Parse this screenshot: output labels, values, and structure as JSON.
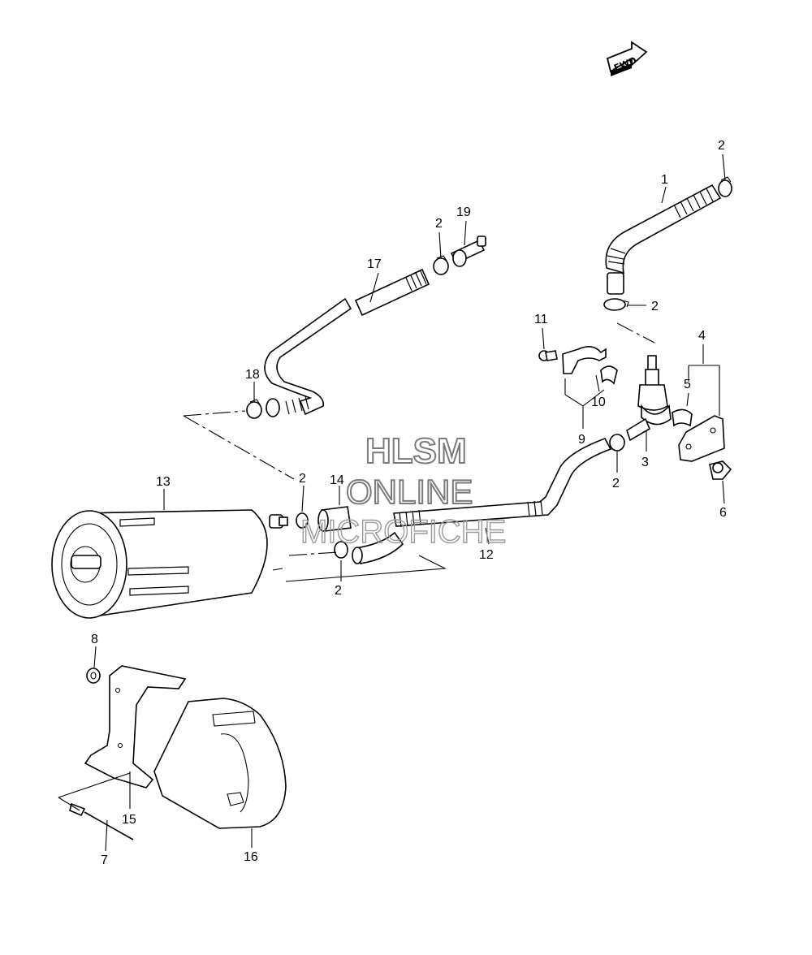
{
  "badge": {
    "text": "FWD"
  },
  "watermark": {
    "line1": "HLSM",
    "line2": "ONLINE",
    "line3": "MICROFICHE"
  },
  "callouts": {
    "c1": "1",
    "c2a": "2",
    "c2b": "2",
    "c2c": "2",
    "c2d": "2",
    "c2e": "2",
    "c2f": "2",
    "c3": "3",
    "c4": "4",
    "c5": "5",
    "c6": "6",
    "c7": "7",
    "c8": "8",
    "c9": "9",
    "c10": "10",
    "c11": "11",
    "c12": "12",
    "c13": "13",
    "c14": "14",
    "c15": "15",
    "c16": "16",
    "c17": "17",
    "c18": "18",
    "c19": "19"
  }
}
